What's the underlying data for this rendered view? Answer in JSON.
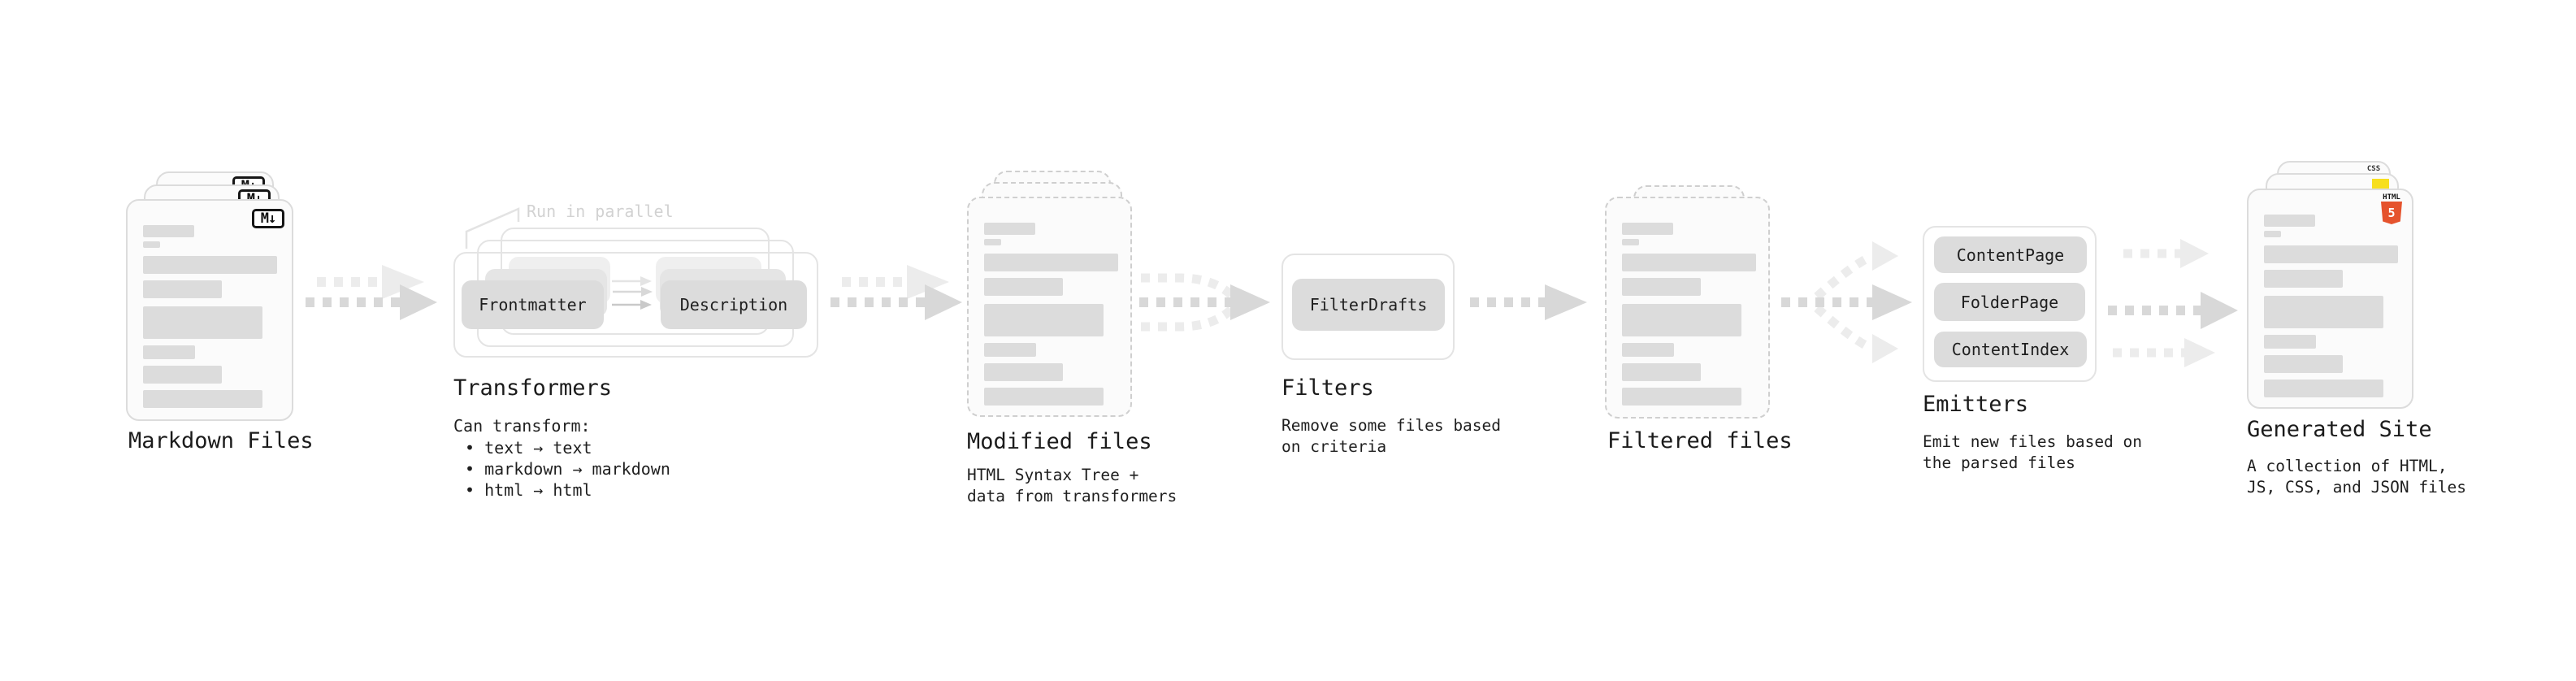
{
  "stages": {
    "markdown_files": {
      "label": "Markdown Files",
      "badge": "M↓"
    },
    "transformers": {
      "annotation": "Run in parallel",
      "pill_from": "Frontmatter",
      "pill_to": "Description",
      "heading": "Transformers",
      "intro": "Can transform:",
      "bullets": [
        "• text → text",
        "• markdown → markdown",
        "• html → html"
      ]
    },
    "modified_files": {
      "label": "Modified files",
      "description": "HTML Syntax Tree +\ndata from transformers"
    },
    "filters": {
      "pill": "FilterDrafts",
      "heading": "Filters",
      "description": "Remove some files based\non criteria"
    },
    "filtered_files": {
      "label": "Filtered files"
    },
    "emitters": {
      "pills": [
        "ContentPage",
        "FolderPage",
        "ContentIndex"
      ],
      "heading": "Emitters",
      "description": "Emit new files based on\nthe parsed files"
    },
    "generated_site": {
      "label": "Generated Site",
      "description": "A collection of HTML,\nJS, CSS, and JSON files",
      "badge_css": "CSS",
      "badge_html": "HTML",
      "badge_html5_number": "5"
    }
  },
  "colors": {
    "ink": "#1f1f1f",
    "arrow_dark": "#d8d8d8",
    "arrow_light": "#ececec",
    "pill_fill": "#dcdcdc",
    "muted_annotation": "#d2d2d2",
    "html5_orange": "#e5532d",
    "js_yellow": "#f7df1e",
    "css_blue": "#2663e8"
  }
}
